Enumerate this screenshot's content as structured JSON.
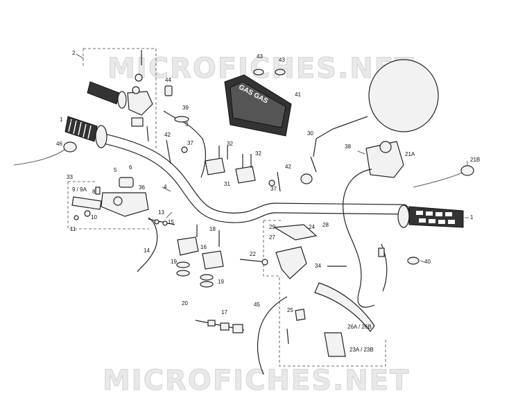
{
  "watermark": {
    "top": "MICROFICHES.NET",
    "bottom": "MICROFICHES.NET"
  },
  "housing_brand": "GAS GAS",
  "labels": {
    "l1_left": "1",
    "l1_right": "1",
    "l2": "2",
    "l3": "3",
    "l4": "4",
    "l5": "5",
    "l6": "6",
    "l8": "8",
    "l9_9a": "9 / 9A",
    "l10": "10",
    "l11": "11",
    "l13": "13",
    "l14": "14",
    "l15": "15",
    "l16": "16",
    "l17": "17",
    "l18": "18",
    "l19_a": "19",
    "l19_b": "19",
    "l20": "20",
    "l21a": "21A",
    "l21b": "21B",
    "l22": "22",
    "l23a_23b": "23A / 23B",
    "l24": "24",
    "l25": "25",
    "l26a_26b": "26A / 26B",
    "l27": "27",
    "l28": "28",
    "l29": "29",
    "l30": "30",
    "l31": "31",
    "l32_a": "32",
    "l32_b": "32",
    "l33": "33",
    "l34": "34",
    "l36": "36",
    "l37_a": "37",
    "l37_b": "37",
    "l38": "38",
    "l39": "39",
    "l40": "40",
    "l41": "41",
    "l42_a": "42",
    "l42_b": "42",
    "l43_a": "43",
    "l43_b": "43",
    "l44": "44",
    "l45": "45",
    "l46": "46"
  }
}
